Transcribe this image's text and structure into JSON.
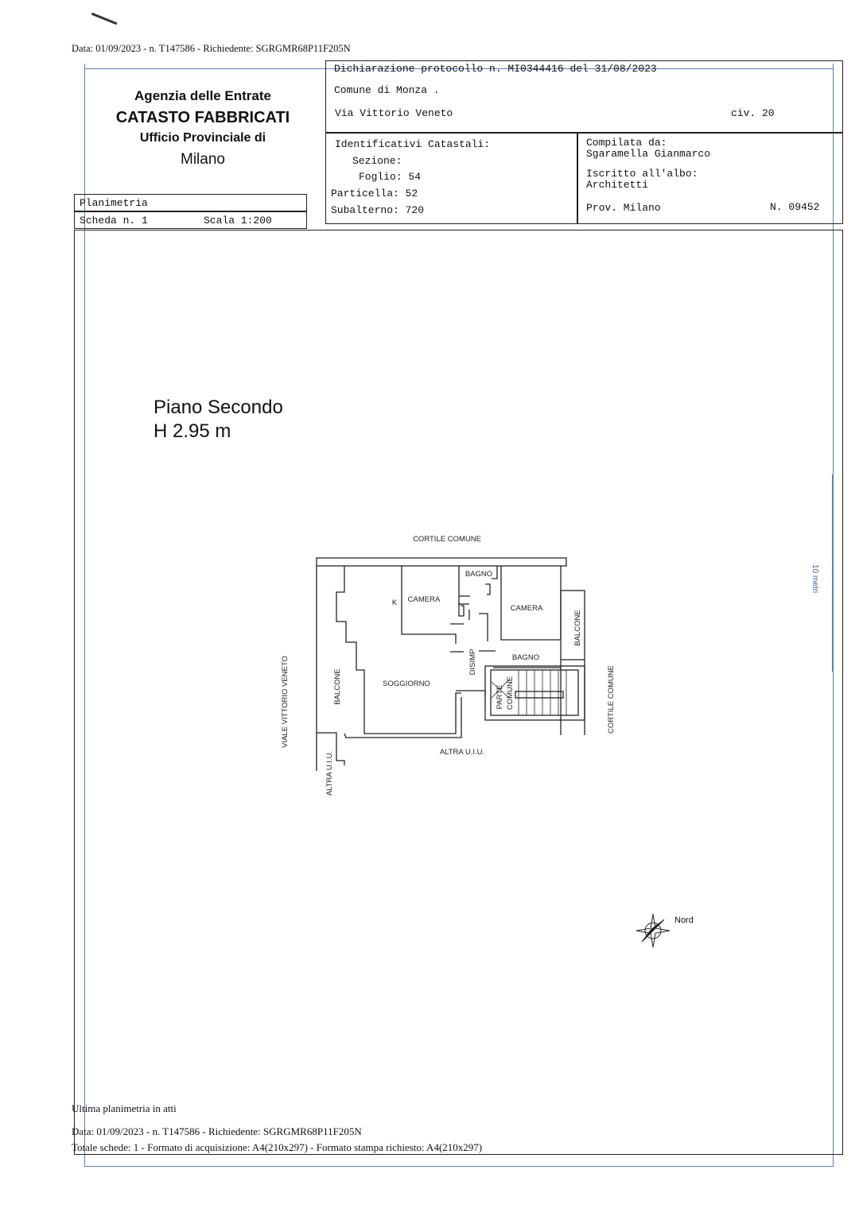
{
  "top_line": "Data: 01/09/2023 - n. T147586 - Richiedente: SGRGMR68P11F205N",
  "agency": {
    "line1": "Agenzia delle Entrate",
    "line2": "CATASTO FABBRICATI",
    "line3": "Ufficio Provinciale di",
    "line4": "Milano"
  },
  "sheet": {
    "type": "Planimetria",
    "scheda": "Scheda n. 1",
    "scala": "Scala 1:200"
  },
  "declaration": {
    "protocol": "Dichiarazione protocollo n. MI0344416 del  31/08/2023",
    "comune": "Comune di Monza  .",
    "via": "Via Vittorio Veneto",
    "civico": "civ. 20"
  },
  "identifiers": {
    "title": "Identificativi Catastali:",
    "sezione": "Sezione:",
    "foglio": "Foglio: 54",
    "particella": "Particella: 52",
    "subalterno": "Subalterno: 720"
  },
  "compiler": {
    "label": "Compilata da:",
    "name": "Sgaramella Gianmarco",
    "albo_label": "Iscritto all'albo:",
    "albo": "Architetti",
    "prov": "Prov. Milano",
    "number": "N. 09452"
  },
  "floor": {
    "name": "Piano Secondo",
    "height": "H 2.95 m"
  },
  "plan_labels": {
    "cortile_top": "CORTILE COMUNE",
    "camera1": "CAMERA",
    "k": "K",
    "bagno1": "BAGNO",
    "camera2": "CAMERA",
    "balcone_right": "BALCONE",
    "bagno2": "BAGNO",
    "disimp": "DISIMP",
    "soggiorno": "SOGGIORNO",
    "parte": "PARTE",
    "comune": "COMUNE",
    "balcone_left": "BALCONE",
    "viale": "VIALE VITTORIO VENETO",
    "cortile_right": "CORTILE COMUNE",
    "altra_bottom": "ALTRA U.I.U.",
    "altra_left": "ALTRA U.I.U."
  },
  "scale_bar": "10 metri",
  "north": "Nord",
  "footer": {
    "last": "Ultima planimetria in atti",
    "data": "Data: 01/09/2023 - n. T147586 - Richiedente: SGRGMR68P11F205N",
    "totale": "Totale schede: 1 - Formato di acquisizione: A4(210x297)  - Formato stampa richiesto: A4(210x297)"
  }
}
